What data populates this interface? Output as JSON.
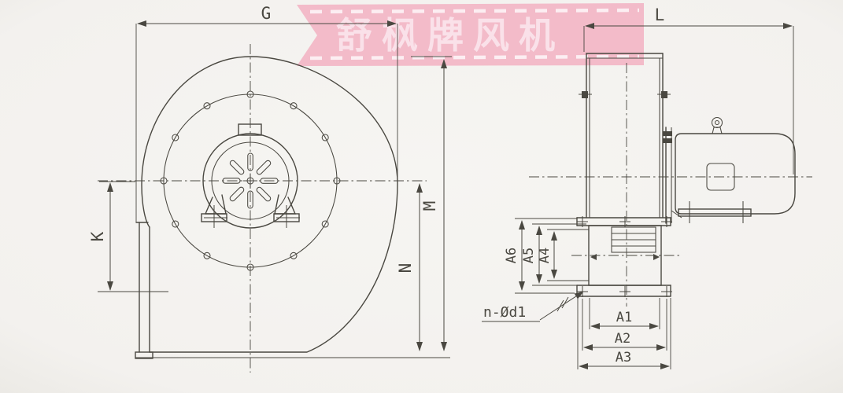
{
  "watermark": {
    "text": "舒枫牌风机",
    "bg_color": "#f2b6c5",
    "text_color": "#fbe4eb"
  },
  "front_view": {
    "dim_width": "G",
    "dim_outlet_height": "K",
    "dim_total_height": "M",
    "dim_axis_height": "N"
  },
  "side_view": {
    "dim_width": "L",
    "dim_a6": "A6",
    "dim_a5": "A5",
    "dim_a4": "A4",
    "dim_a1": "A1",
    "dim_a2": "A2",
    "dim_a3": "A3",
    "bolt_callout": "n-Ød1"
  },
  "colors": {
    "background": "#f4f2ef",
    "line": "#4a4841",
    "banner": "#f2b6c5",
    "banner_text": "#fbe4eb"
  }
}
